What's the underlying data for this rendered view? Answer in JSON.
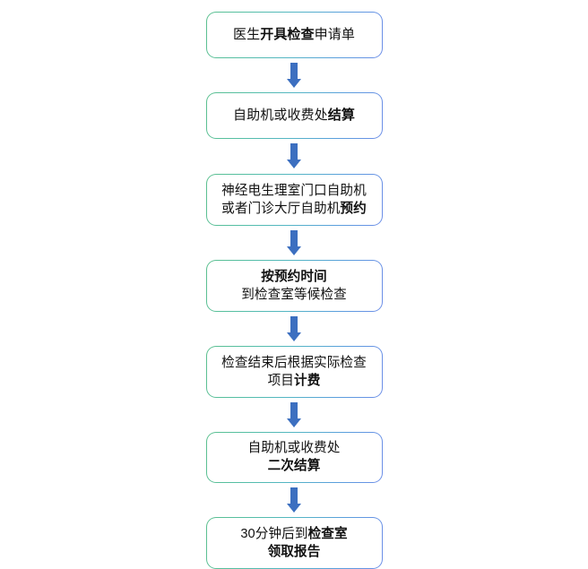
{
  "diagram": {
    "type": "flowchart",
    "orientation": "vertical",
    "title": "",
    "colors": {
      "arrow": "#3c6fc0",
      "border_gradient_start": "#5cc08f",
      "border_gradient_end": "#6d8ee8",
      "node_fill": "#ffffff",
      "text": "#111111"
    },
    "connector": {
      "icon": "down-arrow-icon",
      "count": 6
    },
    "nodes": [
      {
        "id": "step-1",
        "lines": [
          [
            {
              "text": "医生",
              "bold": false
            },
            {
              "text": "开具检查",
              "bold": true
            },
            {
              "text": "申请单",
              "bold": false
            }
          ]
        ],
        "plain": "医生开具检查申请单"
      },
      {
        "id": "step-2",
        "lines": [
          [
            {
              "text": "自助机或收费处",
              "bold": false
            },
            {
              "text": "结算",
              "bold": true
            }
          ]
        ],
        "plain": "自助机或收费处结算"
      },
      {
        "id": "step-3",
        "lines": [
          [
            {
              "text": "神经电生理室门口自助机",
              "bold": false
            }
          ],
          [
            {
              "text": "或者门诊大厅自助机",
              "bold": false
            },
            {
              "text": "预约",
              "bold": true
            }
          ]
        ],
        "plain": "神经电生理室门口自助机或者门诊大厅自助机预约"
      },
      {
        "id": "step-4",
        "lines": [
          [
            {
              "text": "按预约时间",
              "bold": true
            }
          ],
          [
            {
              "text": "到检查室等候检查",
              "bold": false
            }
          ]
        ],
        "plain": "按预约时间到检查室等候检查"
      },
      {
        "id": "step-5",
        "lines": [
          [
            {
              "text": "检查结束后根据实际检查",
              "bold": false
            }
          ],
          [
            {
              "text": "项目",
              "bold": false
            },
            {
              "text": "计费",
              "bold": true
            }
          ]
        ],
        "plain": "检查结束后根据实际检查项目计费"
      },
      {
        "id": "step-6",
        "lines": [
          [
            {
              "text": "自助机或收费处",
              "bold": false
            }
          ],
          [
            {
              "text": "二次结算",
              "bold": true
            }
          ]
        ],
        "plain": "自助机或收费处二次结算"
      },
      {
        "id": "step-7",
        "lines": [
          [
            {
              "text": "30分钟后到",
              "bold": false
            },
            {
              "text": "检查室",
              "bold": true
            }
          ],
          [
            {
              "text": "领取报告",
              "bold": true
            }
          ]
        ],
        "plain": "30分钟后到检查室领取报告"
      }
    ]
  }
}
